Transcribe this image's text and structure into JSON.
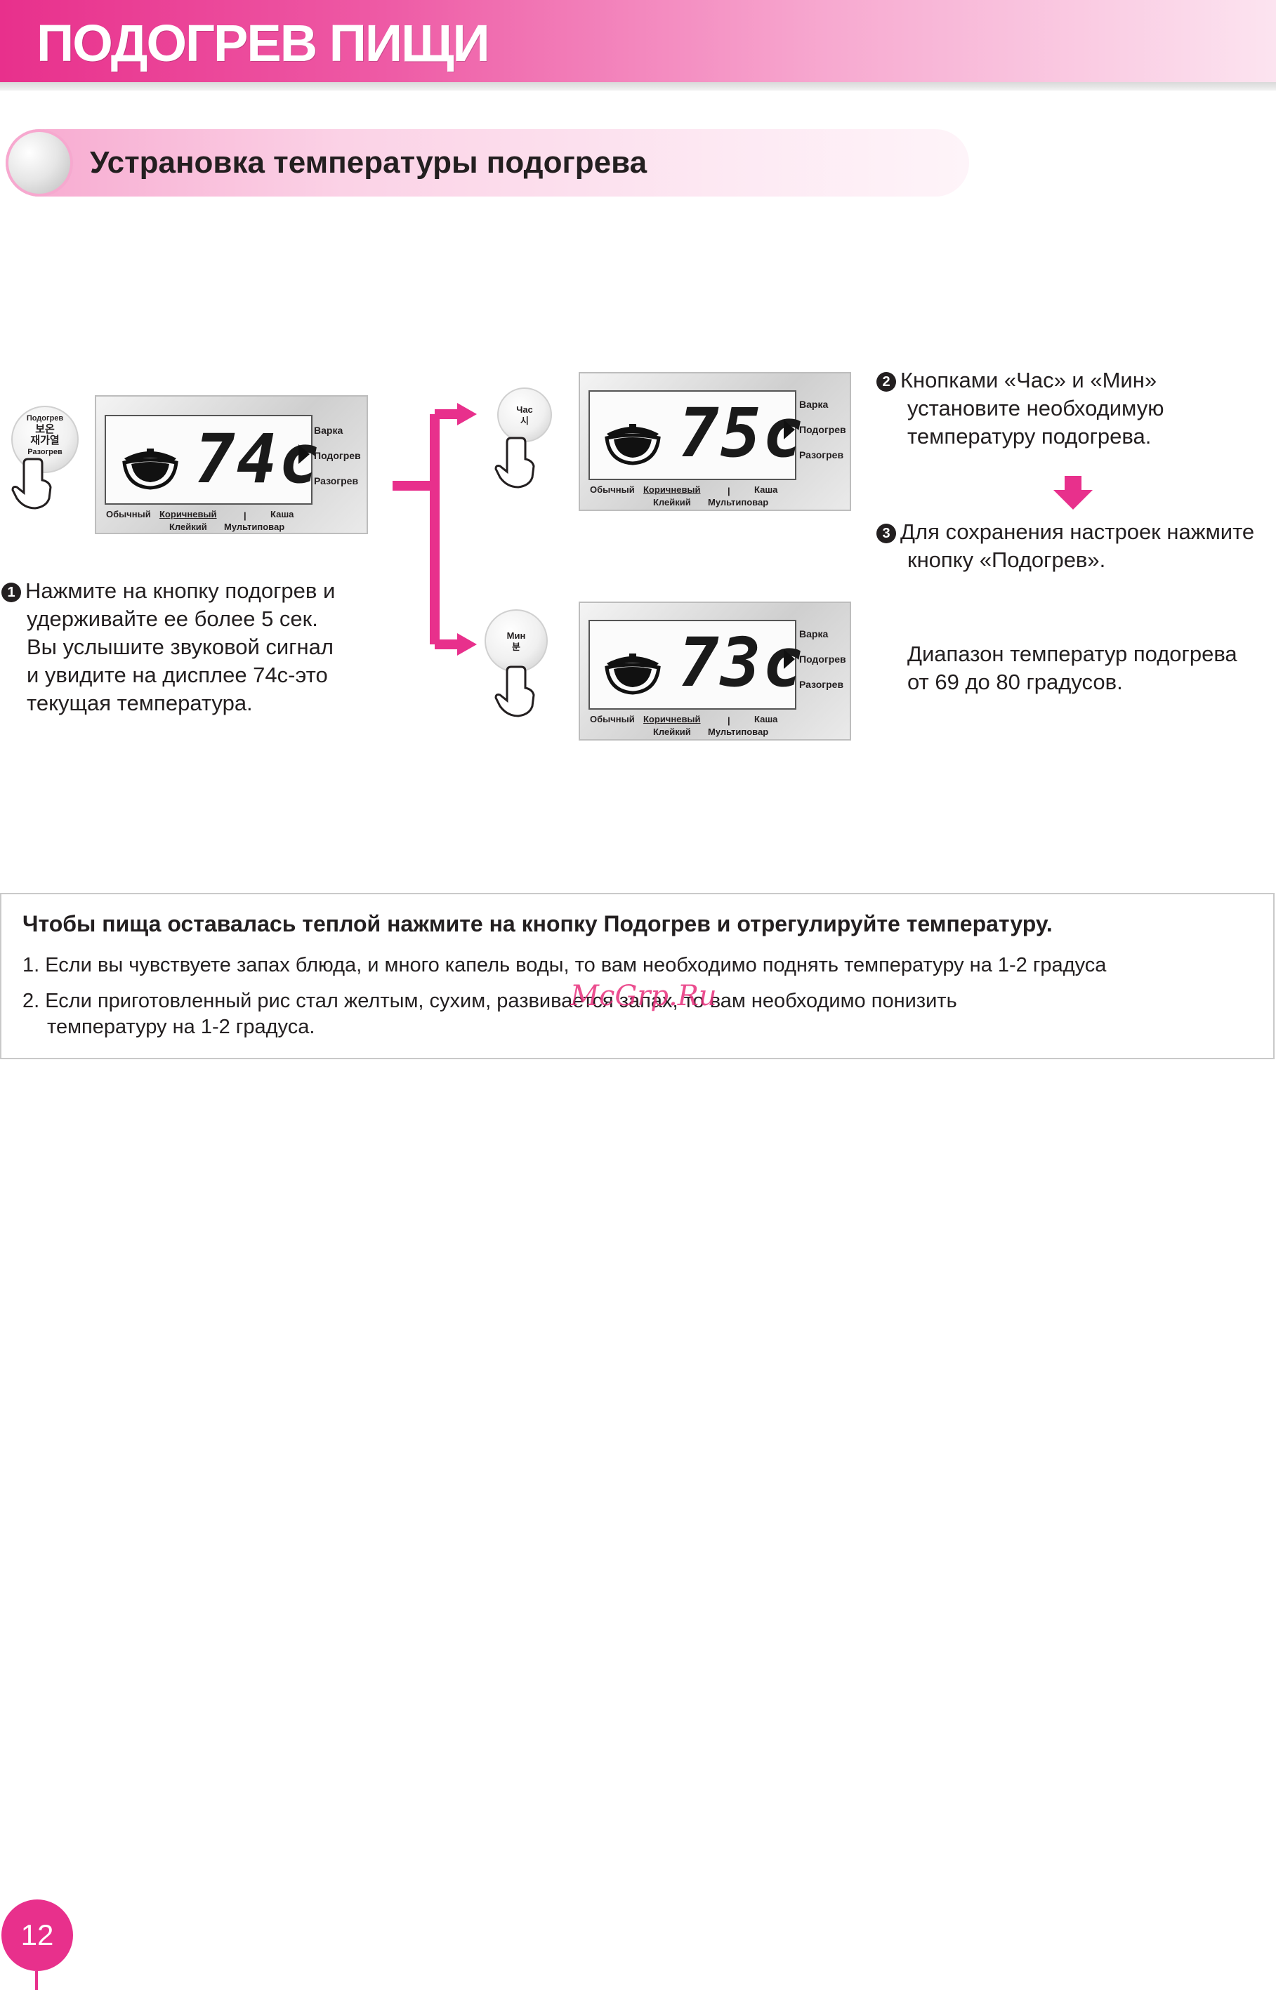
{
  "header": {
    "title": "ПОДОГРЕВ ПИЩИ"
  },
  "section": {
    "title": "Устрановка температуры подогрева"
  },
  "panel_labels": {
    "modes": [
      "Варка",
      "Подогрев",
      "Разогрев"
    ],
    "menu_row1_plain": "Обычный",
    "menu_row1_underlined": "Коричневый",
    "menu_row1_sep": "|",
    "menu_row1_right": "Каша",
    "menu_row2_left": "Клейкий",
    "menu_row2_right": "Мультиповар"
  },
  "displays": {
    "first": "74c",
    "second": "75c",
    "third": "73c"
  },
  "buttons": {
    "warm": {
      "top": "Подогрев",
      "korean1": "보온",
      "korean2": "재가열",
      "bottom": "Разогрев"
    },
    "hour": {
      "label": "Час",
      "korean": "시"
    },
    "min": {
      "label": "Мин",
      "korean": "분"
    }
  },
  "steps": {
    "step1": {
      "num": "1",
      "lines": [
        "Нажмите на кнопку подогрев и",
        "удерживайте ее более 5 сек.",
        "Вы услышите звуковой сигнал",
        "и увидите на дисплее 74с-это",
        "текущая температура."
      ]
    },
    "step2": {
      "num": "2",
      "lines": [
        "Кнопками «Час» и «Мин»",
        "установите необходимую",
        "температуру подогрева."
      ]
    },
    "step3": {
      "num": "3",
      "lines": [
        "Для сохранения настроек нажмите",
        "кнопку «Подогрев»."
      ]
    },
    "range": {
      "lines": [
        "Диапазон температур подогрева",
        "от 69 до 80 градусов."
      ]
    }
  },
  "note": {
    "heading": "Чтобы пища оставалась теплой нажмите на кнопку Подогрев и отрегулируйте температуру.",
    "item1": "1. Если вы чувствуете запах блюда, и много капель воды, то вам необходимо поднять температуру на 1-2 градуса",
    "item2_line1": "2. Если приготовленный рис стал желтым, сухим, развивается запах, то вам необходимо понизить",
    "item2_line2": "температуру на 1-2 градуса."
  },
  "watermark": "McGrp.Ru",
  "page_number": "12",
  "colors": {
    "brand_pink": "#e8308c",
    "text": "#231f20"
  },
  "icons": [
    "pot-icon",
    "arrow-down-icon",
    "hand-pointer-icon"
  ]
}
